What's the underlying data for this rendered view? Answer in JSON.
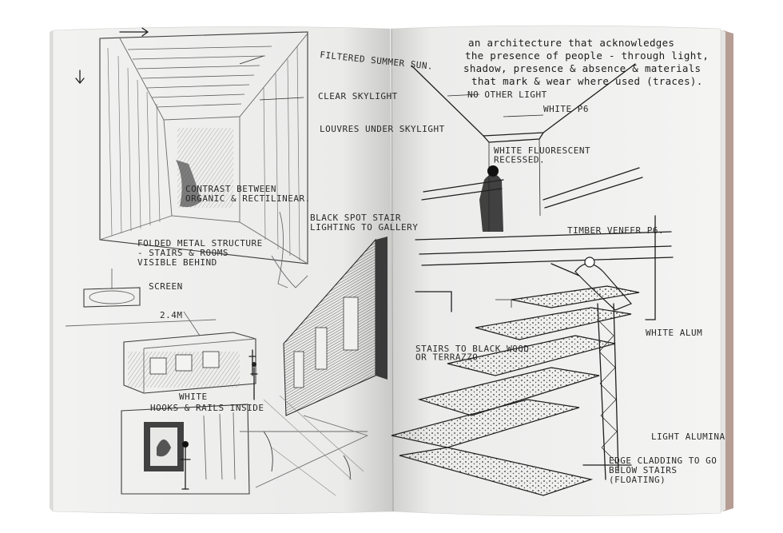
{
  "colors": {
    "background": "#ffffff",
    "paper": "#f3f3f2",
    "paper_shadow": "#d9d9d8",
    "cover_edge": "#b59d93",
    "pencil": "#6a6a6a",
    "ink": "#1e1e1e"
  },
  "left_page": {
    "notes": {
      "filtered_summer_sun": "FILTERED SUMMER SUN.",
      "clear_skylight": "CLEAR SKYLIGHT",
      "louvres_under_skylight": "LOUVRES UNDER SKYLIGHT",
      "contrast": "CONTRAST BETWEEN ORGANIC & RECTILINEAR.",
      "black_spot": "BLACK SPOT STAIR LIGHTING TO GALLERY",
      "folded_metal": "FOLDED METAL STRUCTURE - STAIRS & ROOMS VISIBLE BEHIND",
      "screen": "SCREEN",
      "dimension": "2.4M",
      "white": "WHITE",
      "hooks_rails": "HOOKS & RAILS INSIDE"
    }
  },
  "right_page": {
    "heading_lines": [
      "an architecture that acknowledges",
      "the presence of people - through light,",
      "shadow, presence & absence & materials",
      "that mark & wear where used (traces)."
    ],
    "notes": {
      "no_other_light": "NO OTHER LIGHT",
      "white_p6": "WHITE P6",
      "white_fluorescent": "WHITE FLUORESCENT RECESSED.",
      "timber_veneer": "TIMBER VENEER P6.",
      "white_alum": "WHITE ALUM",
      "stairs_black": "STAIRS TO BLACK WOOD OR TERRAZZO",
      "light_alum": "LIGHT ALUMINA",
      "edge_cladding": "EDGE CLADDING TO GO BELOW STAIRS (FLOATING)"
    }
  }
}
